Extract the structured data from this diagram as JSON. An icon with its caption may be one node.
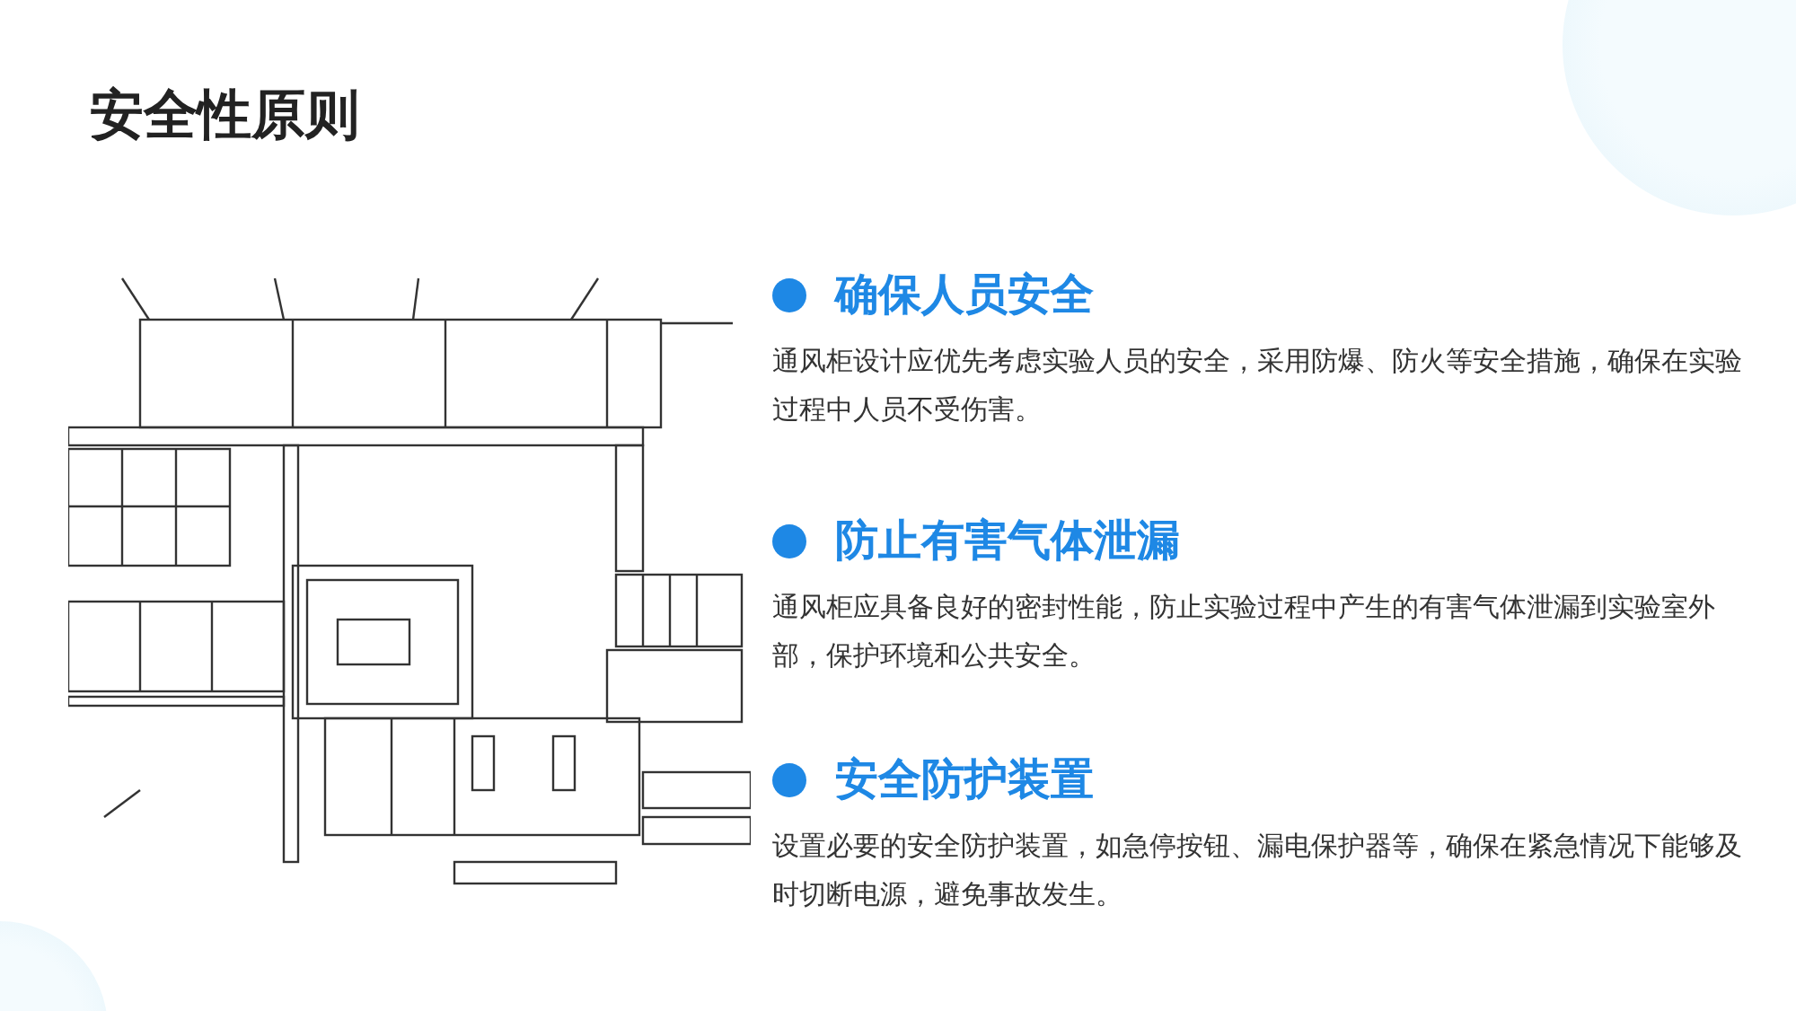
{
  "diagram": {
    "title": "安全性原则",
    "labels": [
      "确保人员安全",
      "通风柜设计应优先考虑实验人员的安全，采用防爆、防火等安全措施，确保在实验过程中人员不受伤害。",
      "防止有害气体泄漏",
      "通风柜应具备良好的密封性能，防止实验过程中产生的有害气体泄漏到实验室外部，保护环境和公共安全。",
      "安全防护装置",
      "设置必要的安全防护装置，如急停按钮、漏电保护器等，确保在紧急情况下能够及时切断电源，避免事故发生。"
    ]
  }
}
